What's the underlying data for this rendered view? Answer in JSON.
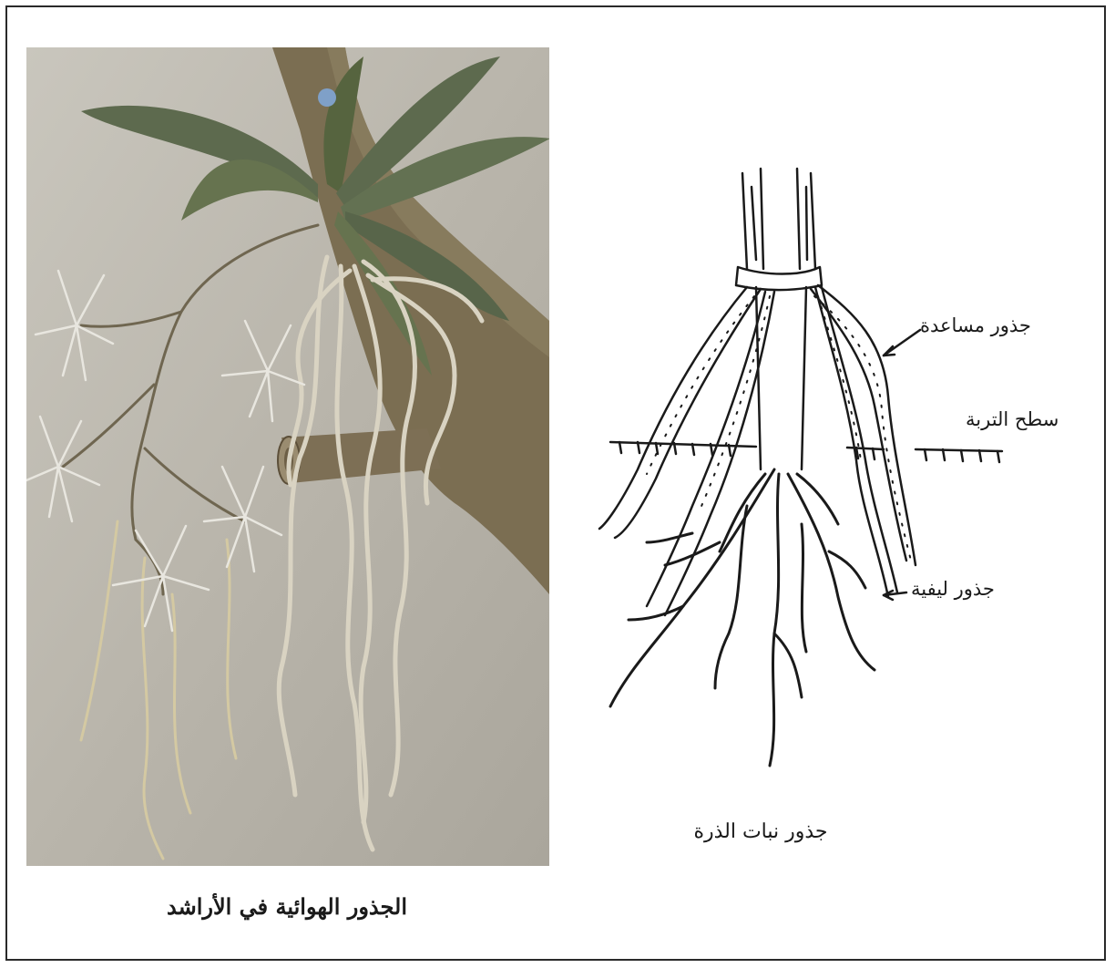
{
  "left_figure": {
    "caption": "الجذور الهوائية في الأراشد"
  },
  "right_figure": {
    "caption": "جذور نبات الذرة",
    "labels": {
      "adventitious_roots": "جذور مساعدة",
      "soil_surface": "سطح التربة",
      "fibrous_roots": "جذور ليفية"
    }
  },
  "colors": {
    "photo_background": "#bdbab2",
    "leaf": "#5d6a4e",
    "trunk": "#7b6e52",
    "aerial_root": "#d9d3c2",
    "ink": "#1a1a1a"
  }
}
